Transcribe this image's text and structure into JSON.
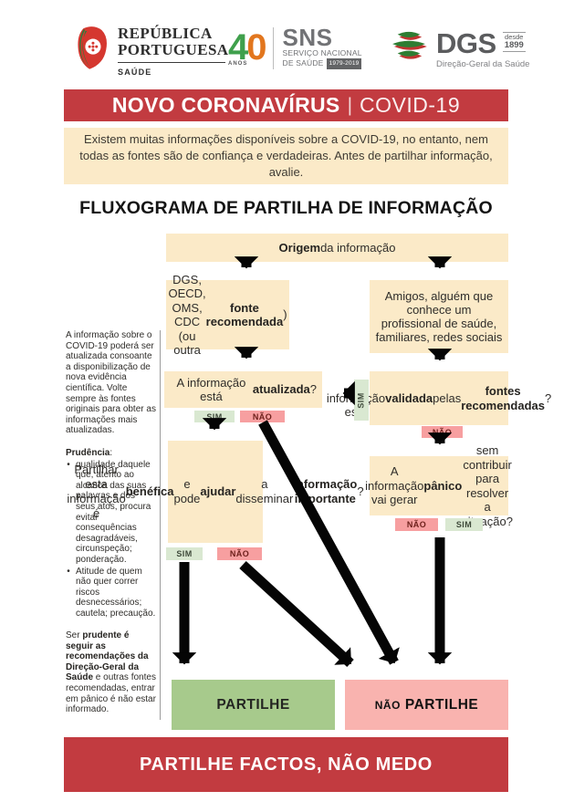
{
  "header": {
    "gov": {
      "line1": "REPÚBLICA",
      "line2": "PORTUGUESA",
      "department": "SAÚDE"
    },
    "sns40": {
      "digit4": "4",
      "digit0": "0",
      "anos": "ANOS",
      "sns": "SNS",
      "sub1": "SERVIÇO NACIONAL",
      "sub2": "DE SAÚDE",
      "badge": "1979-2019"
    },
    "dgs": {
      "acronym": "DGS",
      "since_label": "desde",
      "since_year": "1899",
      "subtitle": "Direção-Geral da Saúde"
    }
  },
  "banner": {
    "title": "NOVO CORONAVÍRUS",
    "separator": "|",
    "subtitle": "COVID-19"
  },
  "intro": "Existem muitas informações disponíveis sobre a COVID-19, no entanto, nem todas as fontes são de confiança e verdadeiras. Antes de partilhar informação, avalie.",
  "flow_title": "FLUXOGRAMA DE PARTILHA DE INFORMAÇÃO",
  "labels": {
    "sim": "SIM",
    "nao": "NÃO"
  },
  "flow": {
    "origem": [
      {
        "t": "Origem",
        "b": true
      },
      {
        "t": " da informação"
      }
    ],
    "source_official": [
      {
        "t": "DGS, OECD, OMS, CDC (ou outra "
      },
      {
        "t": "fonte recomendada",
        "b": true
      },
      {
        "t": ")"
      }
    ],
    "source_informal": "Amigos, alguém que conhece um profissional de saúde, familiares, redes sociais",
    "q_atualizada": [
      {
        "t": "A informação está "
      },
      {
        "t": "atualizada",
        "b": true
      },
      {
        "t": "?"
      }
    ],
    "q_validada": [
      {
        "t": "A informação está "
      },
      {
        "t": "validada",
        "b": true
      },
      {
        "t": " pelas "
      },
      {
        "t": "fontes recomendadas",
        "b": true
      },
      {
        "t": "?"
      }
    ],
    "q_benefica": [
      {
        "t": "Partilhar esta informação é "
      },
      {
        "t": "benéfica",
        "b": true
      },
      {
        "t": " e pode "
      },
      {
        "t": "ajudar",
        "b": true
      },
      {
        "t": " a disseminar "
      },
      {
        "t": "informação importante",
        "b": true
      },
      {
        "t": "?"
      }
    ],
    "q_panico": [
      {
        "t": "A informação vai gerar "
      },
      {
        "t": "pânico",
        "b": true
      },
      {
        "t": " sem contribuir para resolver a situação?"
      }
    ]
  },
  "outcomes": {
    "share": "PARTILHE",
    "noshare_prefix": "NÃO",
    "noshare_word": "PARTILHE"
  },
  "sidebar": {
    "note1": "A informação sobre o COVID-19 poderá ser atualizada consoante a disponibilização de nova evidência científica. Volte sempre às fontes originais para obter as informações mais atualizadas.",
    "note2_title": [
      {
        "t": "Prudência",
        "b": true
      },
      {
        "t": ":"
      }
    ],
    "note2_bullets": [
      "qualidade daquele que, atento ao alcance das suas palavras e dos seus atos, procura evitar consequências desagradáveis, circunspeção; ponderação.",
      "Atitude de quem não quer correr riscos desnecessários; cautela; precaução."
    ],
    "note3": [
      {
        "t": "Ser "
      },
      {
        "t": "prudente é seguir as recomendações da Direção-Geral da Saúde",
        "b": true
      },
      {
        "t": " e outras fontes recomendadas, entrar em pânico é não estar informado."
      }
    ]
  },
  "footer": "PARTILHE FACTOS, NÃO MEDO",
  "colors": {
    "banner_red": "#c23b40",
    "box_cream": "#fbeac8",
    "chip_green": "#d9e8d1",
    "chip_pink": "#f79fa0",
    "share_green": "#a7ca8c",
    "noshare_pink": "#f9b3af",
    "arrow_black": "#050505"
  },
  "icons": {
    "gov_emblem": "portuguese-republic-shield",
    "dgs_globe": "layered-globe"
  }
}
